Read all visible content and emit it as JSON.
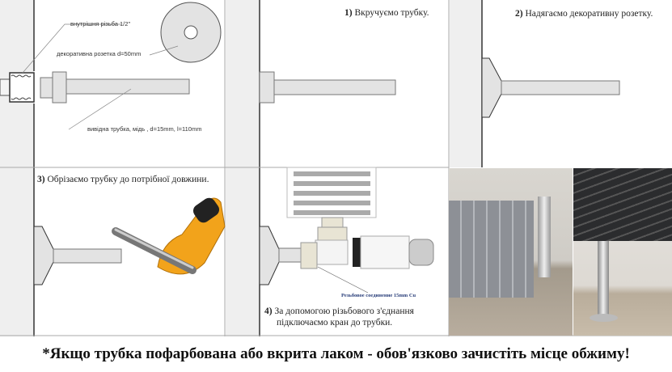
{
  "panel0": {
    "label_thread": "внутрішня різьба  1/2\"",
    "label_rosette": "декоративна   розетка d=50mm",
    "label_pipe": "вивідна трубка, мідь , d=15mm, l=110mm"
  },
  "steps": [
    {
      "num": "1)",
      "text": "Вкручуємо трубку."
    },
    {
      "num": "2)",
      "text": "Надягаємо декоративну розетку."
    },
    {
      "num": "3)",
      "text": "Обрізаємо трубку до потрібної довжини."
    },
    {
      "num": "4)",
      "text": "За допомогою різьбового з'єднання",
      "text2": "підключаємо кран до трубки."
    }
  ],
  "valve_note": "Резьбовое соединение 15mm Cu",
  "caption": "*Якщо трубка пофарбована або вкрита лаком - обов'язково зачистіть місце обжиму!",
  "colors": {
    "wall": "#efefef",
    "part": "#e3e3e3",
    "cutter": "#f2a31b",
    "note": "#2a3f7a"
  }
}
